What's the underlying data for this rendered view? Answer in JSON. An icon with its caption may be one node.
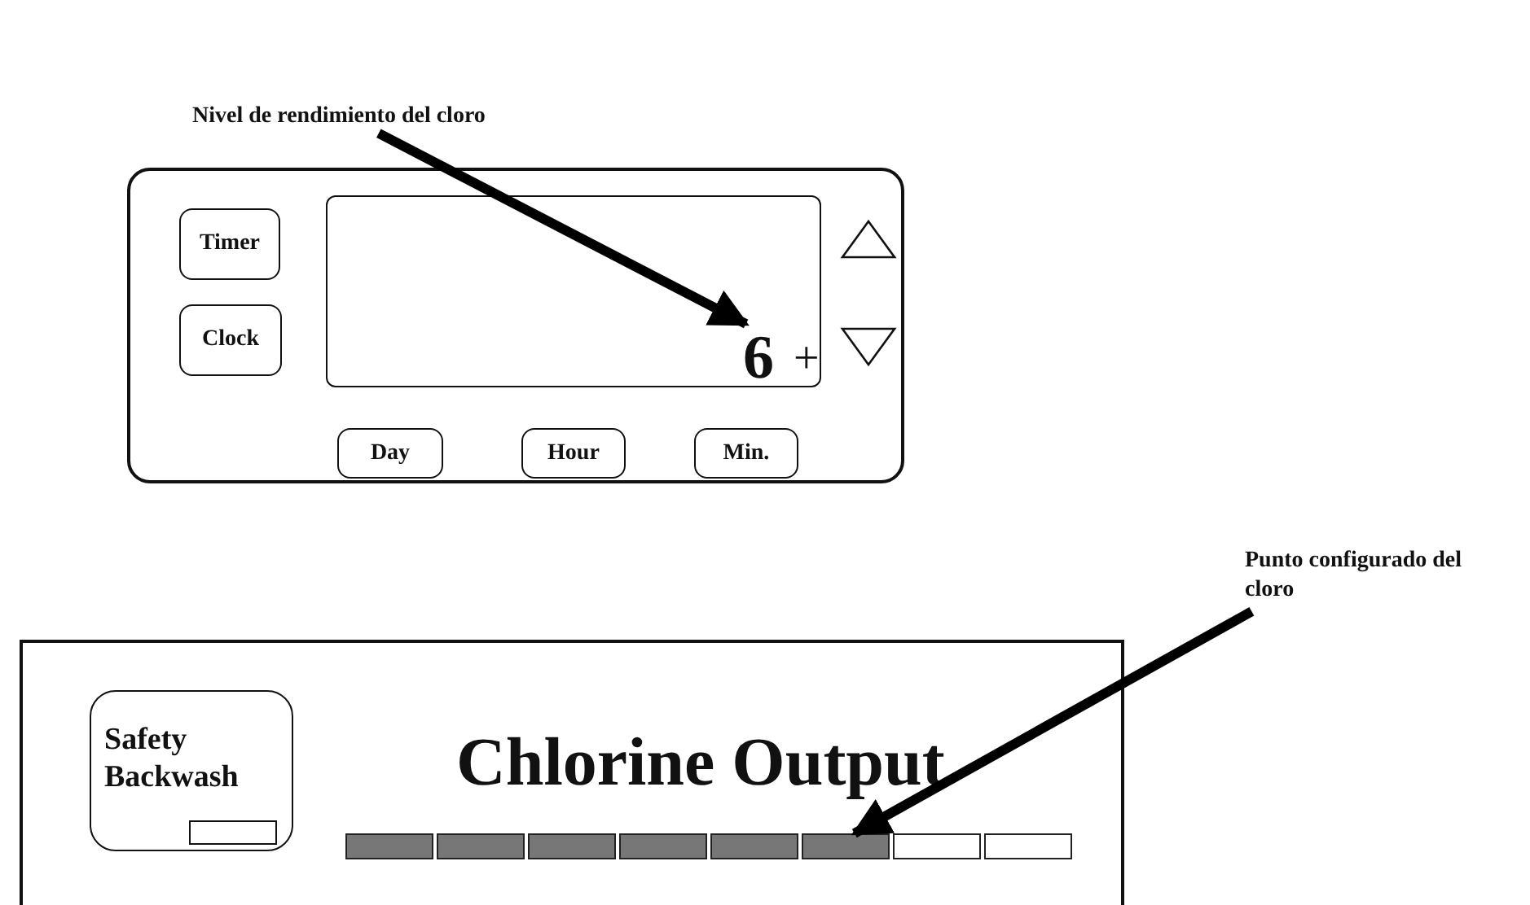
{
  "diagram": {
    "nodes": [
      {
        "text": [
          "Nivel de rendimiento del cloro"
        ]
      },
      {
        "text": [],
        "shape": "box"
      },
      {
        "text": [
          "Timer"
        ],
        "in": 1
      },
      {
        "text": [
          "Clock"
        ],
        "in": 1
      },
      {
        "text": [],
        "shape": "box",
        "in": 1
      },
      {
        "text": [
          "6"
        ],
        "in": 4
      },
      {
        "text": [],
        "shape": "triangle",
        "in": 1
      },
      {
        "text": [],
        "shape": "triangle",
        "in": 1
      },
      {
        "text": [
          "Day"
        ],
        "in": 1
      },
      {
        "text": [
          "Hour"
        ],
        "in": 1
      },
      {
        "text": [
          "Min."
        ],
        "in": 1
      },
      {
        "text": [
          "Punto configurado del cloro"
        ]
      },
      {
        "text": [],
        "shape": "box"
      },
      {
        "text": [
          "Safety Backwash"
        ],
        "in": 12
      },
      {
        "text": [],
        "shape": "bar",
        "in": 12
      },
      {
        "text": [],
        "shape": "bar",
        "in": 12
      },
      {
        "text": [],
        "shape": "bar",
        "in": 12
      },
      {
        "text": [],
        "shape": "bar",
        "in": 12
      },
      {
        "text": [],
        "shape": "bar",
        "in": 12
      },
      {
        "text": [],
        "shape": "bar",
        "in": 12
      },
      {
        "text": [],
        "shape": "bar",
        "in": 12
      },
      {
        "text": [],
        "shape": "bar",
        "in": 12
      }
    ],
    "edges": [
      {
        "from": 0,
        "to": 5,
        "arrow": "to"
      },
      {
        "from": 11,
        "to": 19,
        "arrow": "to"
      }
    ],
    "labels": [
      "+",
      "Chlorine Output"
    ]
  }
}
